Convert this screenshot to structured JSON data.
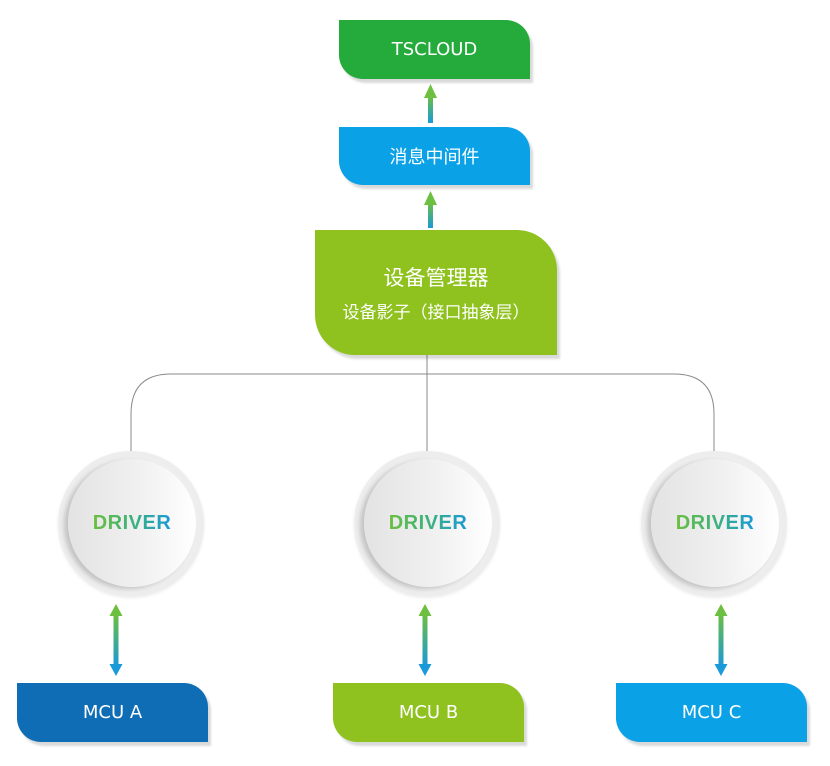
{
  "diagram": {
    "top": {
      "label": "TSCLOUD",
      "color": "#24ab3b"
    },
    "middleware": {
      "label": "消息中间件",
      "color": "#0aa1e6"
    },
    "device_manager": {
      "title": "设备管理器",
      "subtitle": "设备影子（接口抽象层）",
      "color": "#8fc21f"
    },
    "drivers": [
      {
        "label": "DRIVER"
      },
      {
        "label": "DRIVER"
      },
      {
        "label": "DRIVER"
      }
    ],
    "mcus": [
      {
        "label": "MCU A",
        "color": "#0f6db6"
      },
      {
        "label": "MCU B",
        "color": "#8fc21f"
      },
      {
        "label": "MCU C",
        "color": "#0aa1e6"
      }
    ],
    "connector_color": "#888888",
    "arrow_gradient": [
      "#6cbf3f",
      "#1a9ad8"
    ]
  }
}
